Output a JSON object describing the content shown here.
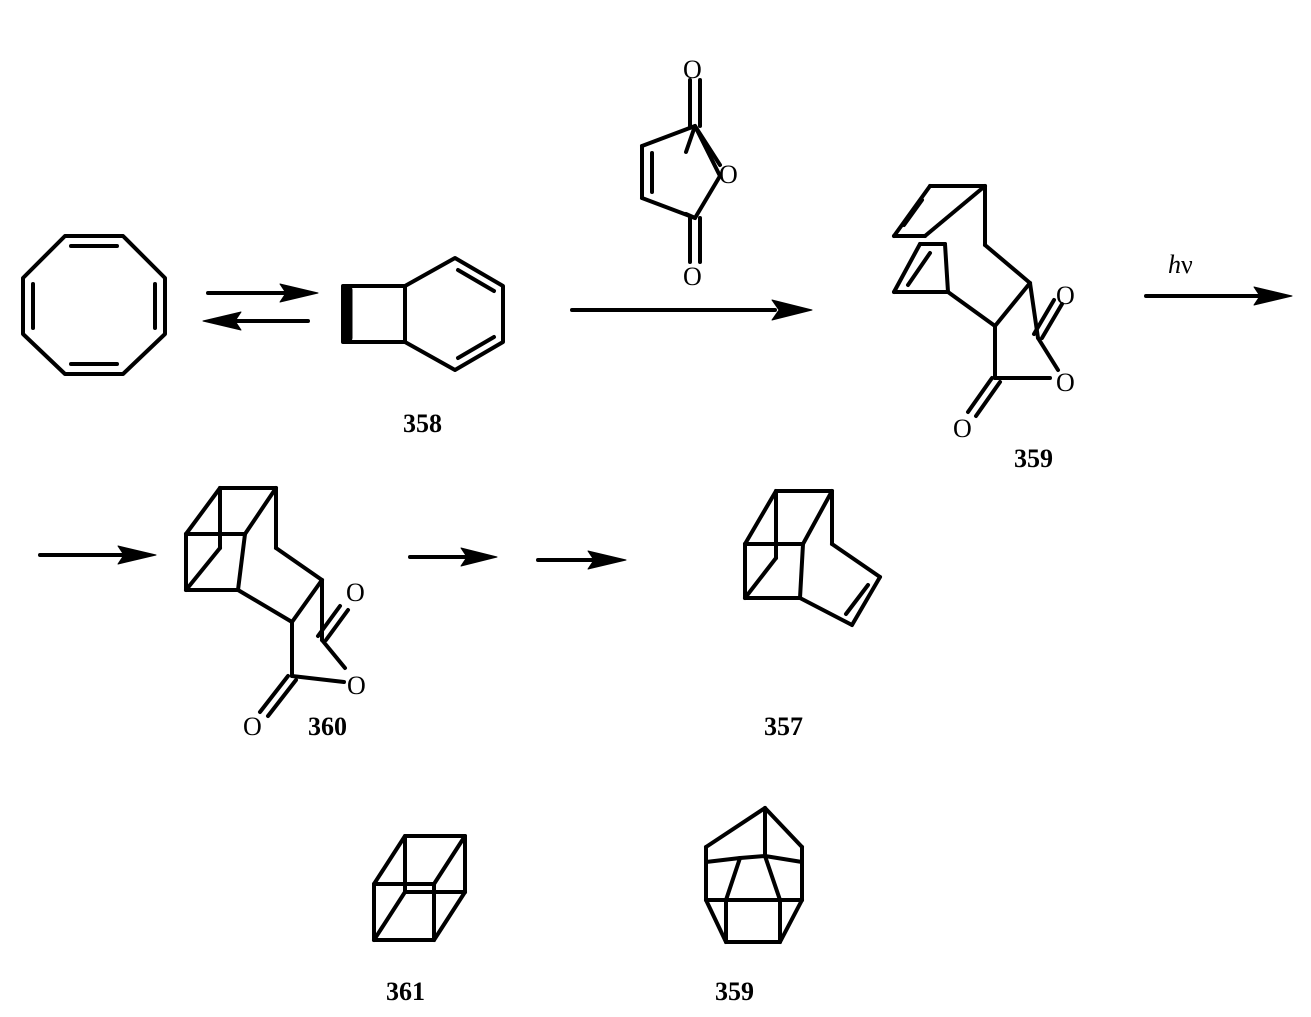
{
  "compound_labels": {
    "c358": "358",
    "c359_product": "359",
    "c360": "360",
    "c357": "357",
    "c361": "361",
    "c359_bottom": "359"
  },
  "atom_symbol": "O",
  "reagent": {
    "photolysis_h": "h",
    "photolysis_nu": "ν"
  }
}
